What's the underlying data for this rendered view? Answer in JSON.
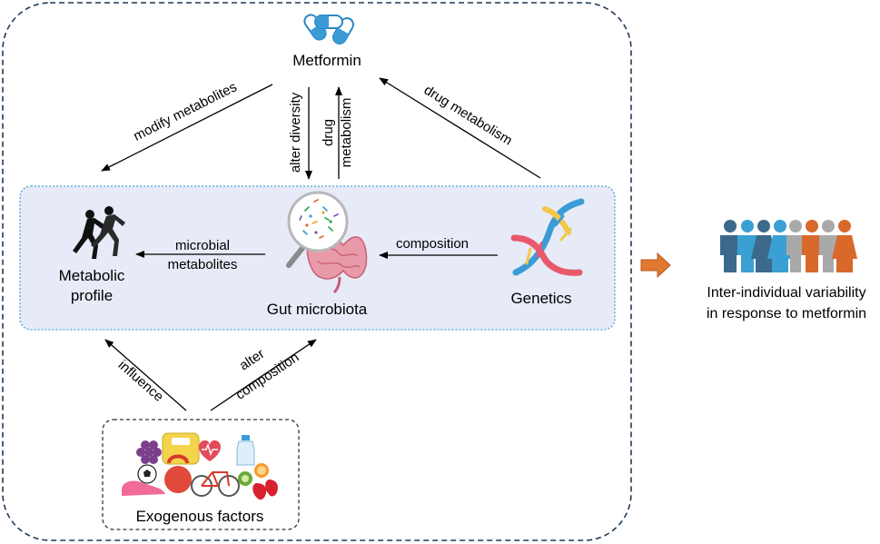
{
  "nodes": {
    "metformin": "Metformin",
    "metabolic_profile": [
      "Metabolic",
      "profile"
    ],
    "gut_microbiota": "Gut microbiota",
    "genetics": "Genetics",
    "exogenous_factors": "Exogenous factors",
    "outcome": [
      "Inter-individual variability",
      "in response to metformin"
    ]
  },
  "edges": {
    "modify_metabolites": "modify metabolites",
    "alter_diversity": "alter diversity",
    "drug_metabolism_vertical": [
      "drug",
      "metabolism"
    ],
    "drug_metabolism_diagonal": "drug metabolism",
    "microbial_metabolites": [
      "microbial",
      "metabolites"
    ],
    "composition": "composition",
    "influence": "influence",
    "alter_composition": [
      "alter",
      "composition"
    ]
  },
  "icons": {
    "metformin": "capsules-icon",
    "metabolic_profile": "runners-icon",
    "gut_microbiota": "intestine-magnifier-icon",
    "genetics": "dna-icon",
    "exogenous_factors": "lifestyle-collage-icon",
    "outcome": "people-group-icon",
    "transition": "arrow-right-icon"
  },
  "colors": {
    "outer_border": "#1f3b57",
    "inner_panel_fill": "#e6ebf7",
    "inner_panel_border": "#4da3d9",
    "transition_arrow": "#e0782f",
    "capsule_blue": "#3b9bd6",
    "people_blue_dark": "#3d6a8c",
    "people_blue_light": "#3aa0d4",
    "people_gray": "#a9a9a9",
    "people_orange": "#d9692a"
  }
}
